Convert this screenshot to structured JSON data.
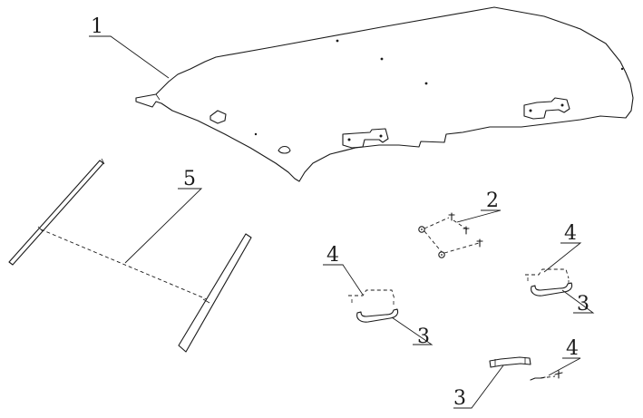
{
  "callouts": {
    "c1": "1",
    "c2": "2",
    "c3a": "3",
    "c3b": "3",
    "c3c": "3",
    "c4a": "4",
    "c4b": "4",
    "c4c": "4",
    "c5": "5"
  }
}
